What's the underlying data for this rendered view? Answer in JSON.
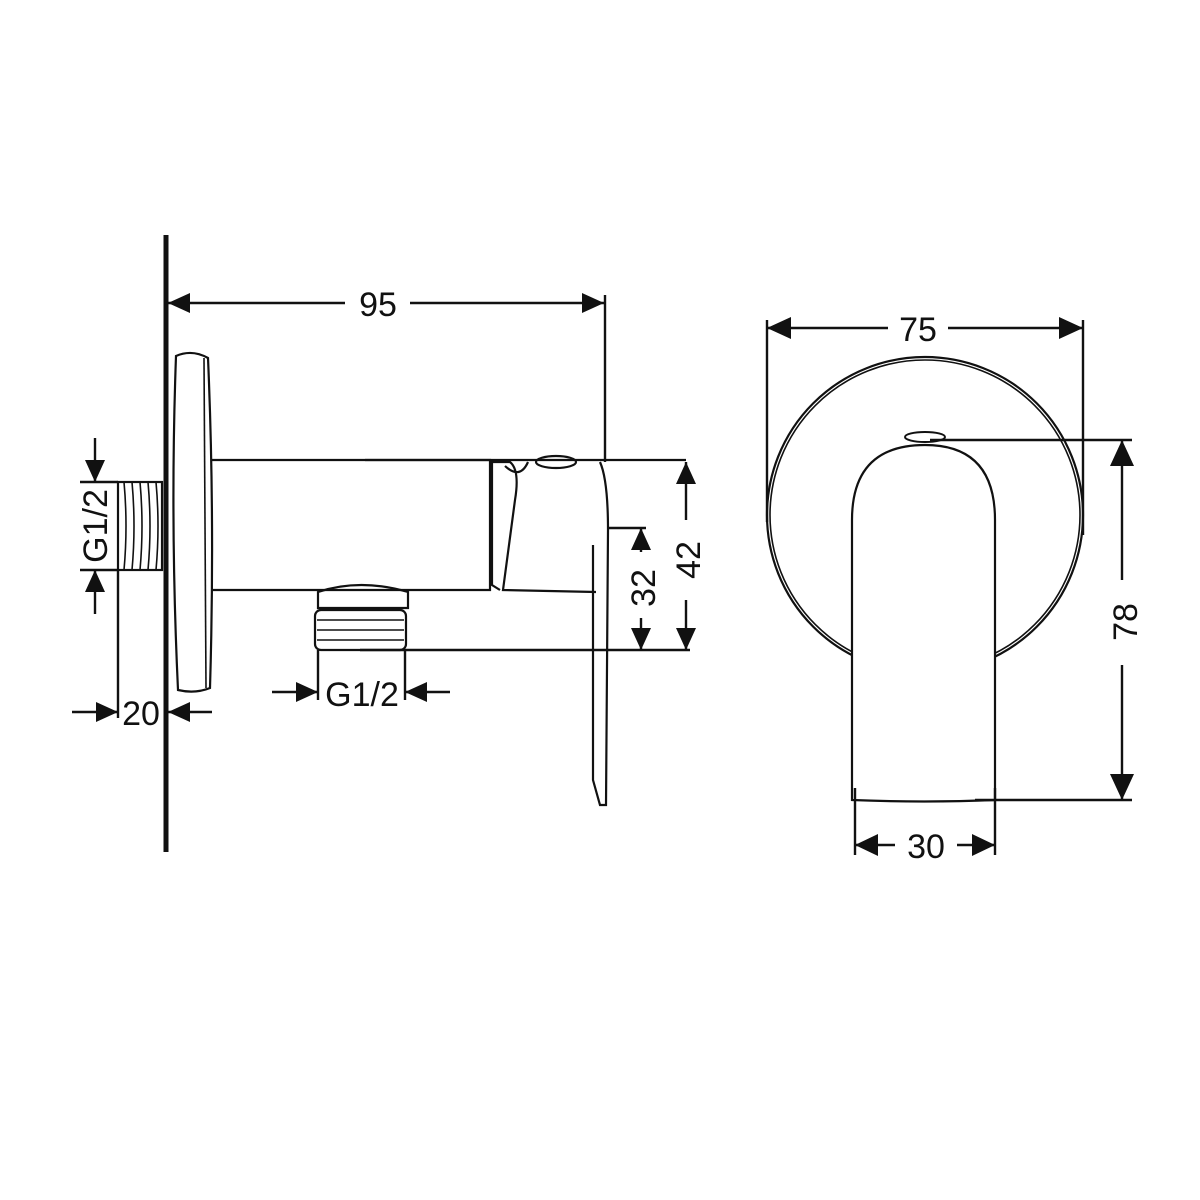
{
  "drawing": {
    "side_view": {
      "dim_length": "95",
      "dim_height": "42",
      "dim_outlet_height": "32",
      "dim_inlet_thread": "G1/2",
      "dim_inlet_length": "20",
      "dim_outlet_thread": "G1/2"
    },
    "front_view": {
      "dim_flange_diameter": "75",
      "dim_handle_height": "78",
      "dim_handle_width": "30"
    },
    "colors": {
      "line": "#111111",
      "background": "#ffffff"
    }
  }
}
